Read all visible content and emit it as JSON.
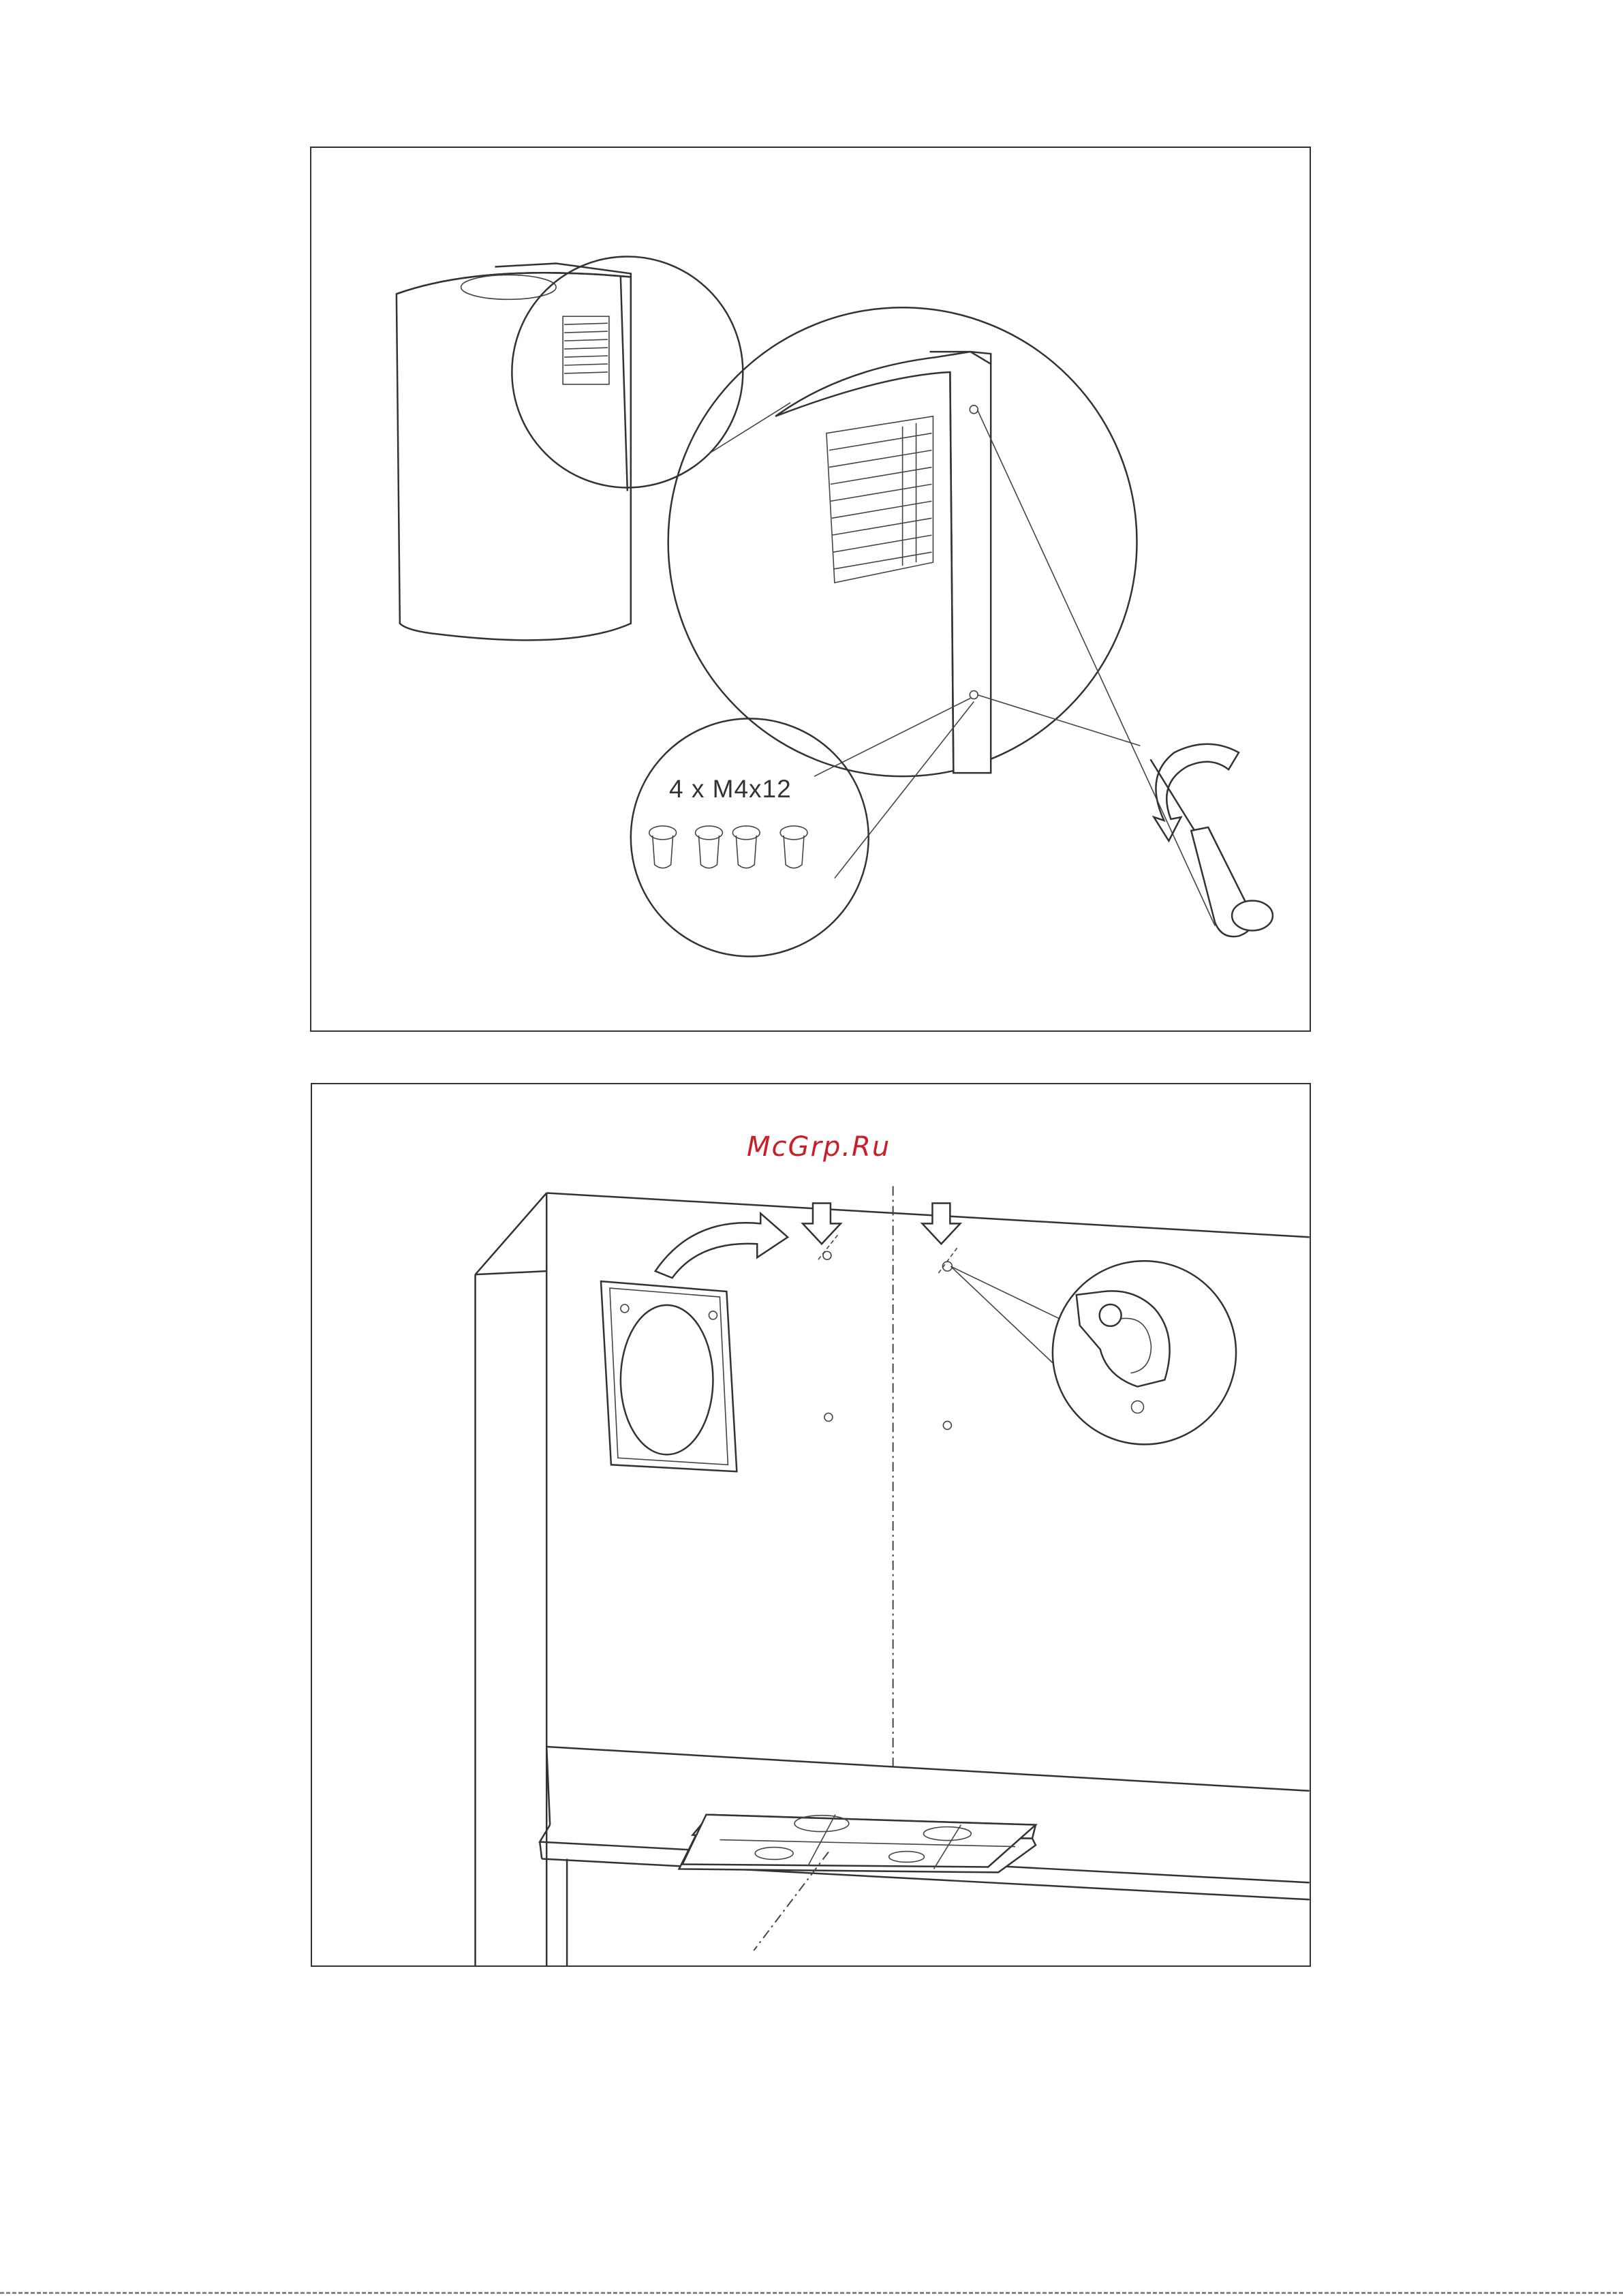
{
  "figures": [
    {
      "id": "figure-1",
      "callout_text": "4 x M4x12",
      "icons": [
        "hood-body-drawing",
        "detail-magnifier-circle",
        "screw-set-icon",
        "screwdriver-icon",
        "rotate-arrow-icon"
      ]
    },
    {
      "id": "figure-2",
      "icons": [
        "wall-corner-drawing",
        "mounting-plate-icon",
        "curved-arrow-icon",
        "down-arrow-icon",
        "bracket-detail-circle",
        "cooktop-icon"
      ]
    }
  ],
  "watermark": "McGrp.Ru",
  "colors": {
    "line": "#333333",
    "watermark": "#c8202a",
    "background": "#ffffff"
  }
}
